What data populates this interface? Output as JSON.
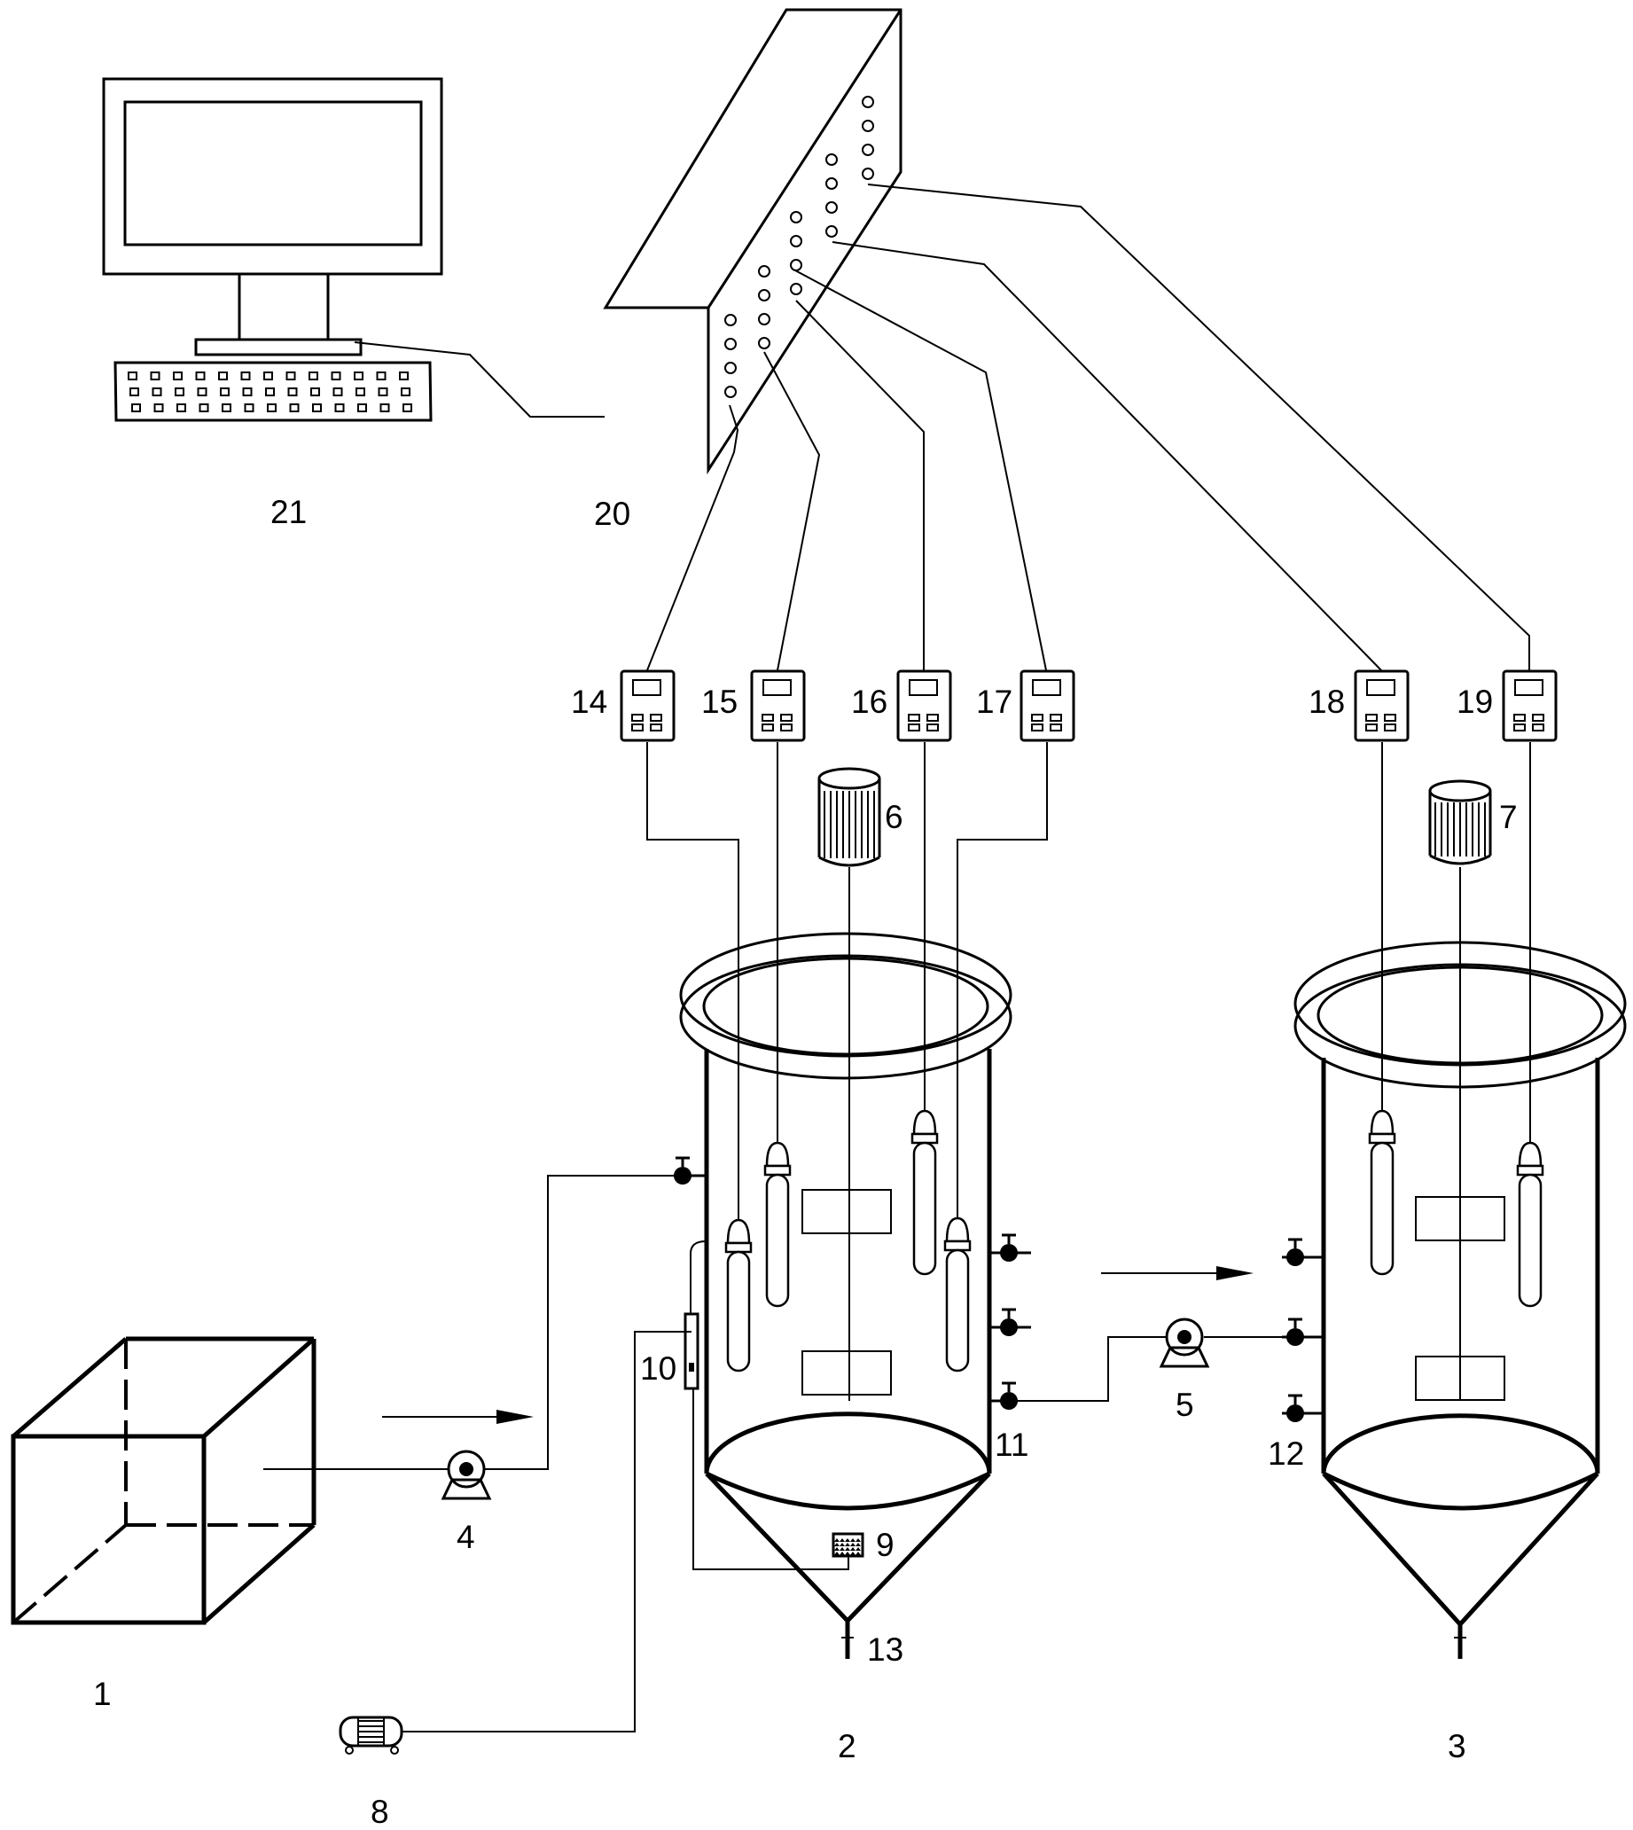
{
  "labels": {
    "feed_tank": "1",
    "reactor_a": "2",
    "reactor_b": "3",
    "pump_a": "4",
    "pump_b": "5",
    "motor_a": "6",
    "motor_b": "7",
    "air_blower": "8",
    "aerator": "9",
    "flowmeter": "10",
    "ports_a": "11",
    "ports_b": "12",
    "drain_a": "13",
    "meter_14": "14",
    "meter_15": "15",
    "meter_16": "16",
    "meter_17": "17",
    "meter_18": "18",
    "meter_19": "19",
    "controller": "20",
    "computer": "21"
  },
  "colors": {
    "stroke": "#000000",
    "background": "#ffffff"
  }
}
